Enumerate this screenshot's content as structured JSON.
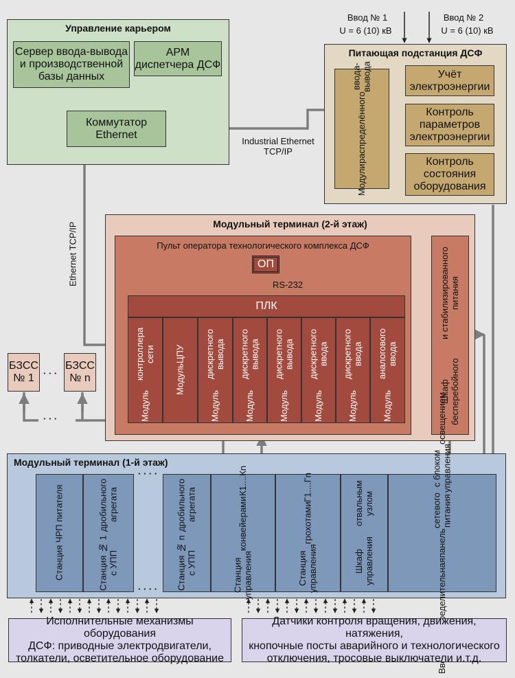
{
  "colors": {
    "green_panel": "#cfe0c8",
    "green_box": "#a8c49a",
    "tan_panel": "#e3d8c4",
    "tan_box": "#c4a870",
    "red_panel": "#e9cbbd",
    "red_inner": "#c77a64",
    "red_module": "#a24a3e",
    "blue_panel": "#b8c8dd",
    "blue_box": "#7e98ba",
    "lavender": "#d9d3ec",
    "wire": "#7d7d7d"
  },
  "quarry": {
    "title": "Управление карьером",
    "server": [
      "Сервер ввода-вывода",
      "и производственной",
      "базы данных"
    ],
    "arm": [
      "АРМ",
      "диспетчера ДСФ"
    ],
    "switch": [
      "Коммутатор",
      "Ethernet"
    ]
  },
  "inputs": {
    "in1": {
      "label": "Ввод № 1",
      "voltage": "U = 6 (10) кВ"
    },
    "in2": {
      "label": "Ввод № 2",
      "voltage": "U = 6 (10) кВ"
    }
  },
  "substation": {
    "title": "Питающая подстанция ДСФ",
    "modules": [
      "Модули",
      "распределённого",
      "ввода-вывода"
    ],
    "metering": [
      "Учёт",
      "электроэнергии"
    ],
    "param_control": [
      "Контроль",
      "параметров",
      "электроэнергии"
    ],
    "state_control": [
      "Контроль",
      "состояния",
      "оборудования"
    ]
  },
  "links": {
    "ind_ethernet": [
      "Industrial Ethernet",
      "TCP/IP"
    ],
    "ethernet": "Ethernet TCP/IP",
    "rs232": "RS-232"
  },
  "terminal2": {
    "title": "Модульный терминал (2-й этаж)",
    "console": "Пульт оператора технологического комплекса ДСФ",
    "op": "ОП",
    "plc": "ПЛК",
    "ups": [
      "Шкаф бесперебойного",
      "и стабилизированного питания"
    ],
    "modules": [
      [
        "Модуль",
        "контроллера сети"
      ],
      [
        "Модуль",
        "ЦПУ"
      ],
      [
        "Модуль",
        "дискретного вывода"
      ],
      [
        "Модуль",
        "дискретного вывода"
      ],
      [
        "Модуль",
        "дискретного вывода"
      ],
      [
        "Модуль",
        "дискретного ввода"
      ],
      [
        "Модуль",
        "дискретного ввода"
      ],
      [
        "Модуль",
        "аналогового ввода"
      ]
    ]
  },
  "bzss": {
    "first": [
      "БЗСС",
      "№ 1"
    ],
    "last": [
      "БЗСС",
      "№ n"
    ],
    "dots": "· · ·"
  },
  "terminal1": {
    "title": "Модульный терминал (1-й этаж)",
    "dots": "· · · ·",
    "stations": [
      [
        "Станция ЧРП питателя"
      ],
      [
        "Станция № 1 с УПП",
        "дробильного агрегата"
      ],
      [
        "Станция № n с УПП",
        "дробильного агрегата"
      ],
      [
        "Станция управления",
        "конвейерами",
        "К1....Кn"
      ],
      [
        "Станция управления",
        "грохотами",
        "Г1....Гn"
      ],
      [
        "Шкаф управления",
        "отвальным узлом"
      ],
      [
        "Вводно-",
        "распределительная",
        "панель",
        "сетевого питания",
        "с блоком управления",
        "освещением"
      ]
    ]
  },
  "bottom": {
    "left": [
      "Исполнительные механизмы оборудования",
      "ДСФ: приводные электродвигатели,",
      "толкатели, осветительное оборудование"
    ],
    "right": [
      "Датчики контроля вращения, движения, натяжения,",
      "кнопочные посты аварийного и технологического",
      "отключения, тросовые выключатели и.т.д."
    ]
  }
}
